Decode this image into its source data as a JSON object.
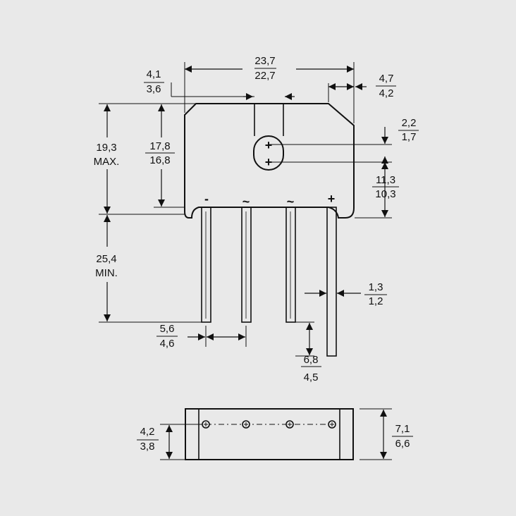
{
  "colors": {
    "background": "#e9e9e9",
    "ink": "#111111"
  },
  "front_view": {
    "width": {
      "max": "23,7",
      "min": "22,7"
    },
    "side_chamfer": {
      "max": "4,7",
      "min": "4,2"
    },
    "slot_width": {
      "max": "4,1",
      "min": "3,6"
    },
    "body_height": {
      "max": "19,3",
      "note": "MAX."
    },
    "slot_depth": {
      "max": "17,8",
      "min": "16,8"
    },
    "hole_diameter": {
      "max": "2,2",
      "min": "1,7"
    },
    "hole_height": {
      "max": "11,3",
      "min": "10,3"
    },
    "lead_length": {
      "max": "25,4",
      "note": "MIN."
    },
    "lead_thickness": {
      "max": "1,3",
      "min": "1,2"
    },
    "lead_pitch": {
      "max": "5,6",
      "min": "4,6"
    },
    "plus_lead_extension": {
      "max": "6,8",
      "min": "4,5"
    },
    "hole_symbol": "+",
    "pin_labels": [
      "-",
      "~",
      "~",
      "+"
    ]
  },
  "bottom_view": {
    "lead_row_height": {
      "max": "4,2",
      "min": "3,8"
    },
    "body_thickness": {
      "max": "7,1",
      "min": "6,6"
    }
  }
}
